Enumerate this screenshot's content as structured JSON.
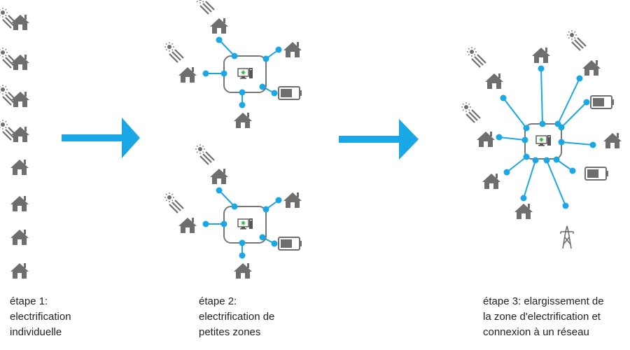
{
  "colors": {
    "accent": "#1aa7e6",
    "icon_gray": "#6e6e6e",
    "hub_stroke": "#777777",
    "screen_symbol": "#2fb83e",
    "text": "#222222"
  },
  "icons": [
    "house-icon",
    "solar-panel-icon",
    "battery-icon",
    "computer-icon",
    "power-pylon-icon",
    "arrow-right-icon"
  ],
  "captions": {
    "step1": {
      "line1": "étape 1:",
      "line2": "electrification",
      "line3": "individuelle"
    },
    "step2": {
      "line1": "étape 2:",
      "line2": "electrification de",
      "line3": "petites zones"
    },
    "step3": {
      "line1": "étape 3: elargissement  de",
      "line2": "la zone d'electrification et",
      "line3": "connexion à un réseau"
    }
  }
}
